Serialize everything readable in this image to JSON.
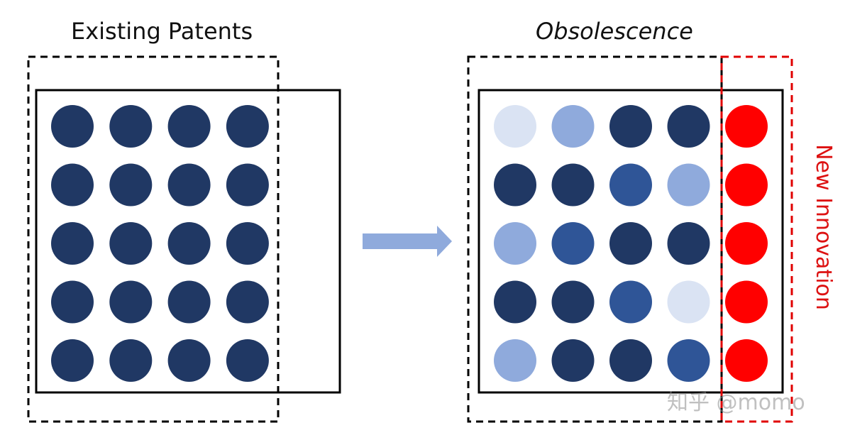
{
  "left_panel": {
    "title": "Existing Patents",
    "rows": [
      [
        "dark",
        "dark",
        "dark",
        "dark"
      ],
      [
        "dark",
        "dark",
        "dark",
        "dark"
      ],
      [
        "dark",
        "dark",
        "dark",
        "dark"
      ],
      [
        "dark",
        "dark",
        "dark",
        "dark"
      ],
      [
        "dark",
        "dark",
        "dark",
        "dark"
      ]
    ]
  },
  "right_panel": {
    "title": "Obsolescence",
    "rows": [
      [
        "faint",
        "light",
        "dark",
        "dark",
        "new"
      ],
      [
        "dark",
        "dark",
        "medium",
        "light",
        "new"
      ],
      [
        "light",
        "medium",
        "dark",
        "dark",
        "new"
      ],
      [
        "dark",
        "dark",
        "medium",
        "faint",
        "new"
      ],
      [
        "light",
        "dark",
        "dark",
        "medium",
        "new"
      ]
    ]
  },
  "new_innovation_label": "New Innovation",
  "arrow_icon": "right-arrow-icon",
  "watermark": "知乎 @momo",
  "colors": {
    "dark": "#203864",
    "medium": "#2f5597",
    "light": "#8faadc",
    "faint": "#dae3f3",
    "new": "#ff0000",
    "arrow": "#8faadc",
    "black_border": "#000000",
    "red_border": "#e00000"
  }
}
